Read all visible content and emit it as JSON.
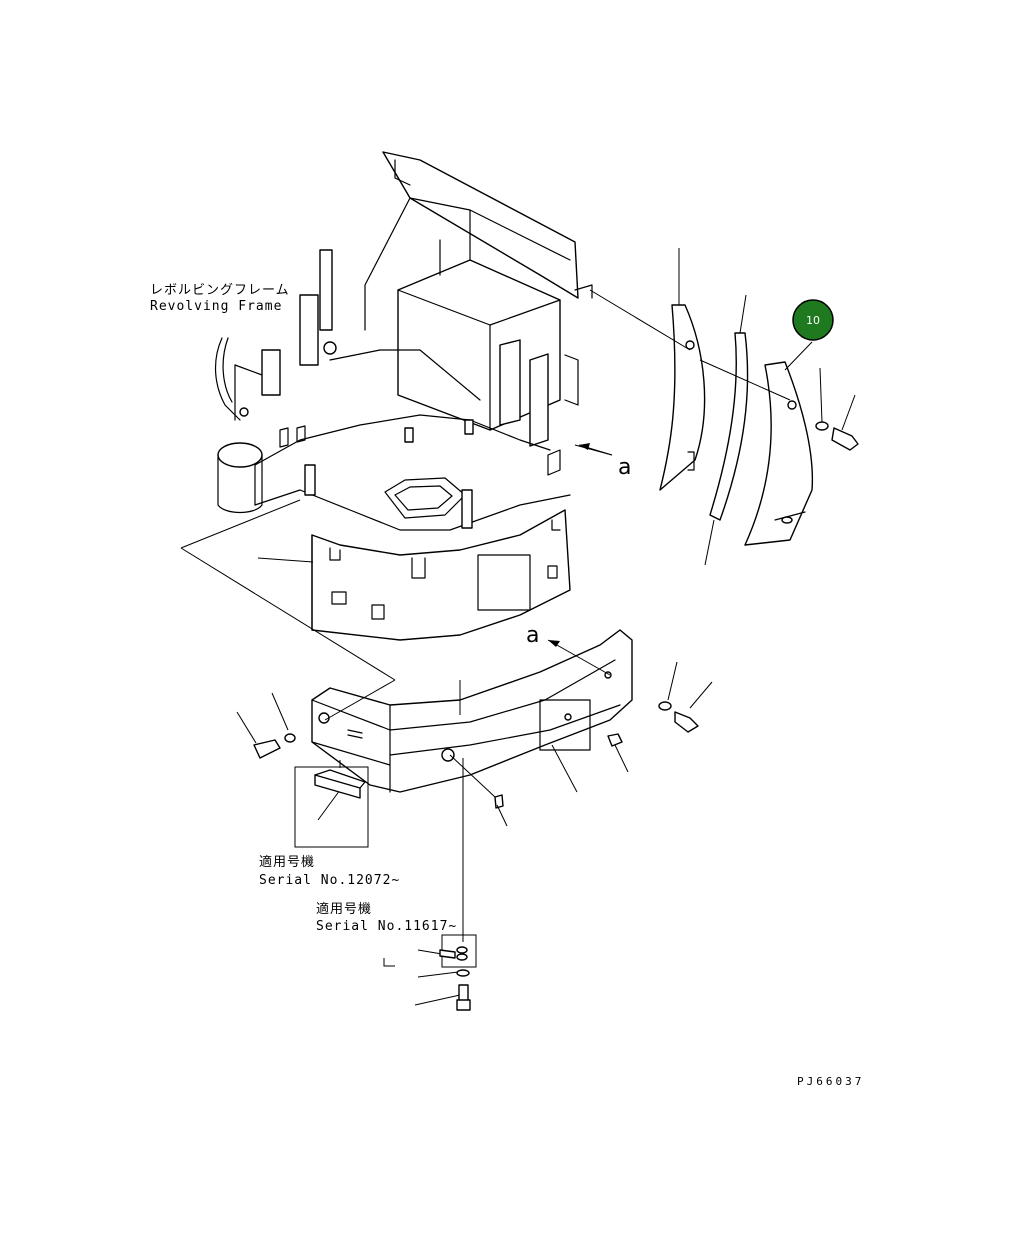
{
  "labels": {
    "revolving_frame_jp": "レボルビングフレーム",
    "revolving_frame_en": "Revolving Frame",
    "view_a_upper": "a",
    "view_a_lower": "a",
    "serial_1_jp": "適用号機",
    "serial_1_en": "Serial No.12072~",
    "serial_2_jp": "適用号機",
    "serial_2_en": "Serial No.11617~",
    "drawing_code": "PJ66037"
  },
  "callout": {
    "number": "10",
    "color": "#1f7a1f"
  }
}
